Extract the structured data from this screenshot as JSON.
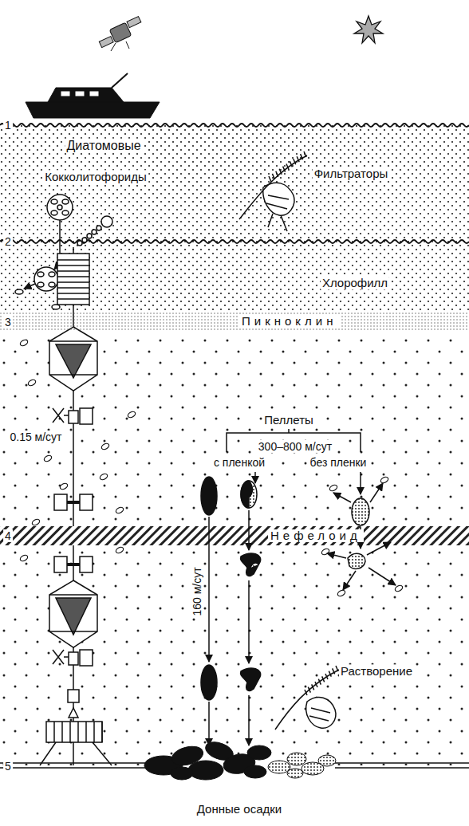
{
  "diagram": {
    "nodes": [
      {
        "text": [
          "Пикноклин"
        ]
      },
      {
        "text": [
          "Нефелоид"
        ]
      }
    ],
    "labels": [
      "1",
      "Диатомовые",
      "Кокколитофориды",
      "Фильтраторы",
      "2",
      "Хлорофилл",
      "3",
      "Пеллеты",
      "300–800 м/сут",
      "с пленкой",
      "без пленки",
      "0.15 м/сут",
      "4",
      "160 м/сут",
      "Растворение",
      "5",
      "Донные осадки"
    ]
  }
}
